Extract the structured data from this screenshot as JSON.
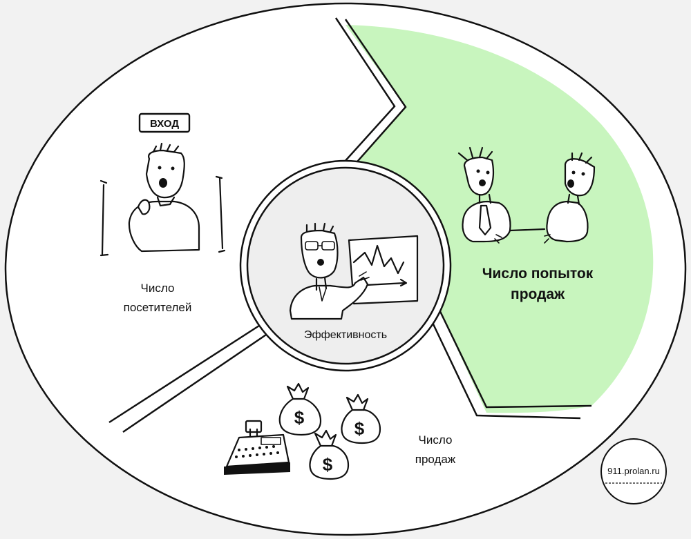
{
  "diagram": {
    "sign_label": "ВХОД",
    "center_label": "Эффективность",
    "segments": [
      {
        "id": "visitors",
        "label_lines": [
          "Число",
          "посетителей"
        ],
        "highlighted": false
      },
      {
        "id": "attempts",
        "label_lines": [
          "Число попыток",
          "продаж"
        ],
        "highlighted": true
      },
      {
        "id": "sales",
        "label_lines": [
          "Число",
          "продаж"
        ],
        "highlighted": false
      }
    ],
    "highlight_color": "#c8f5be",
    "segment_color": "#ffffff",
    "background_color": "#f2f2f2",
    "currency_symbol": "$"
  },
  "watermark": {
    "text": "911.prolan.ru"
  }
}
